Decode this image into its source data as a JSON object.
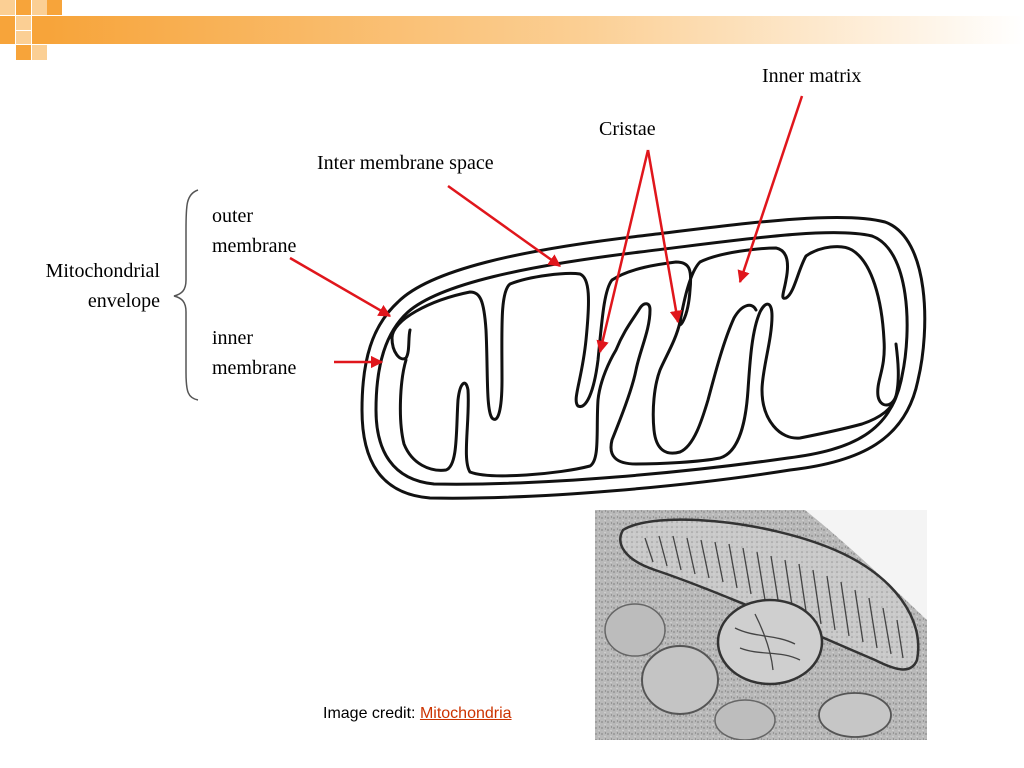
{
  "labels": {
    "inner_matrix": "Inner matrix",
    "cristae": "Cristae",
    "inter_membrane_space": "Inter membrane space",
    "outer_line1": "outer",
    "outer_line2": "membrane",
    "inner_line1": "inner",
    "inner_line2": "membrane",
    "envelope_line1": "Mitochondrial",
    "envelope_line2": "envelope"
  },
  "credit": {
    "prefix": "Image credit:",
    "link_text": "Mitochondria"
  },
  "colors": {
    "arrow": "#e0161c",
    "membrane": "#111111",
    "bar_orange": "#f7a43a",
    "link": "#cc3300"
  }
}
